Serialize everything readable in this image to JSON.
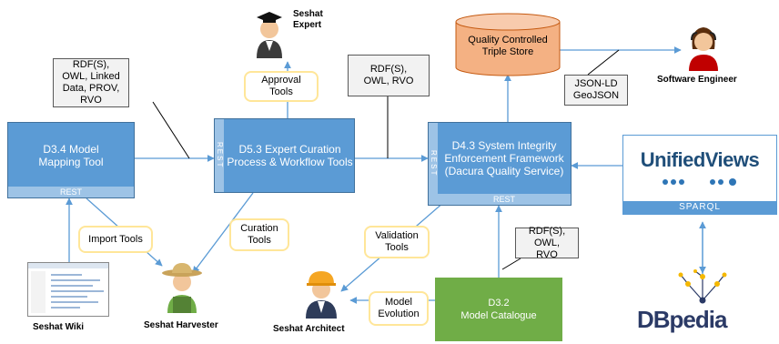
{
  "boxes": {
    "model_mapping": "D3.4 Model Mapping Tool",
    "expert_curation": "D5.3 Expert Curation Process & Workflow Tools",
    "system_integrity": "D4.3 System Integrity Enforcement Framework (Dacura Quality Service)",
    "quality_store": "Quality Controlled Triple Store",
    "model_catalogue_id": "D3.2",
    "model_catalogue": "Model Catalogue",
    "rest": "REST",
    "rest_side": "REST"
  },
  "notes": {
    "rdf_left": "RDF(S), OWL, Linked Data, PROV, RVO",
    "rdf_mid": "RDF(S), OWL, RVO",
    "json": "JSON-LD GeoJSON",
    "rdf_bottom": "RDF(S), OWL, RVO"
  },
  "tools": {
    "approval": "Approval Tools",
    "import": "Import Tools",
    "curation": "Curation Tools",
    "validation": "Validation Tools",
    "evolution": "Model Evolution"
  },
  "actors": {
    "expert": "Seshat Expert",
    "engineer": "Software Engineer",
    "wiki": "Seshat Wiki",
    "harvester": "Seshat Harvester",
    "architect": "Seshat Architect"
  },
  "logos": {
    "unifiedviews": "UnifiedViews",
    "sparql": "SPARQL",
    "dbpedia": "DBpedia"
  }
}
